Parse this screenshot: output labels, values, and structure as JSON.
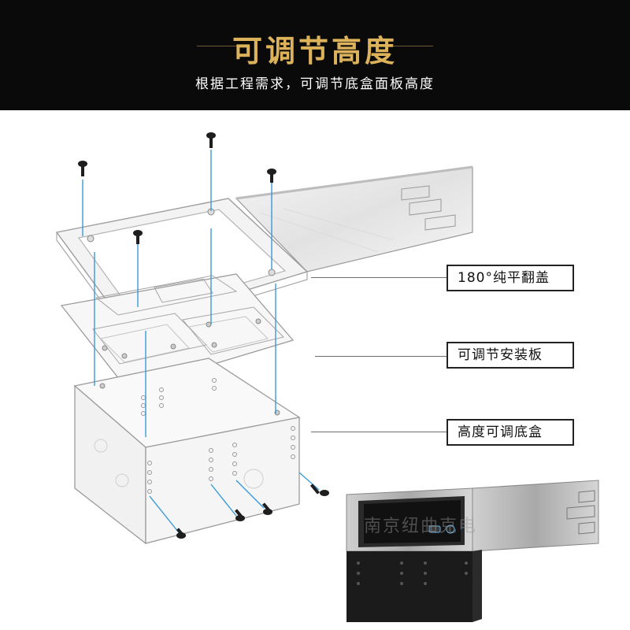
{
  "header": {
    "title": "可调节高度",
    "subtitle": "根据工程需求，可调节底盒面板高度"
  },
  "labels": {
    "lid": "180°纯平翻盖",
    "plate": "可调节安装板",
    "box": "高度可调底盒"
  },
  "colors": {
    "banner_bg": "#0a0a0a",
    "title_gold": "#dcb25a",
    "guide_line": "#3a9ad9"
  }
}
